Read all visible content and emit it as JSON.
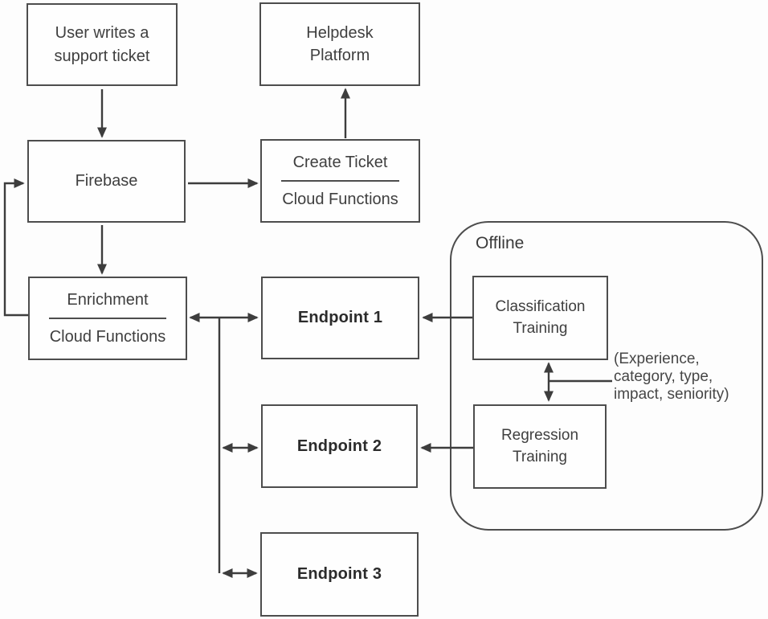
{
  "colors": {
    "background": "#fdfdfd",
    "stroke": "#3d3d3d",
    "box_border": "#4d4d4d",
    "text": "#3f3f3f",
    "bold_text": "#2b2b2b"
  },
  "nodes": {
    "user": {
      "line1": "User writes a",
      "line2": "support ticket"
    },
    "helpdesk": {
      "line1": "Helpdesk",
      "line2": "Platform"
    },
    "firebase": {
      "label": "Firebase"
    },
    "create_ticket": {
      "title": "Create Ticket",
      "subtitle": "Cloud Functions"
    },
    "enrichment": {
      "title": "Enrichment",
      "subtitle": "Cloud Functions"
    },
    "endpoint1": {
      "label": "Endpoint 1"
    },
    "endpoint2": {
      "label": "Endpoint 2"
    },
    "endpoint3": {
      "label": "Endpoint 3"
    },
    "offline": {
      "label": "Offline"
    },
    "classification": {
      "line1": "Classification",
      "line2": "Training"
    },
    "regression": {
      "line1": "Regression",
      "line2": "Training"
    }
  },
  "annotation": {
    "line1": "(Experience,",
    "line2": "category, type,",
    "line3": "impact, seniority)"
  },
  "edges": [
    {
      "from": "user",
      "to": "firebase",
      "style": "arrow"
    },
    {
      "from": "firebase",
      "to": "create_ticket",
      "style": "arrow"
    },
    {
      "from": "create_ticket",
      "to": "helpdesk",
      "style": "arrow"
    },
    {
      "from": "firebase",
      "to": "enrichment",
      "style": "arrow"
    },
    {
      "from": "enrichment",
      "to": "firebase",
      "style": "arrow-loop-left"
    },
    {
      "from": "enrichment",
      "to": "endpoint1",
      "style": "double-arrow"
    },
    {
      "from": "enrichment_bus",
      "to": "endpoint2",
      "style": "double-arrow"
    },
    {
      "from": "enrichment_bus",
      "to": "endpoint3",
      "style": "double-arrow"
    },
    {
      "from": "classification",
      "to": "endpoint1",
      "style": "arrow"
    },
    {
      "from": "regression",
      "to": "endpoint2",
      "style": "arrow"
    },
    {
      "from": "classification",
      "to": "regression",
      "style": "double-arrow"
    },
    {
      "from": "classification_regression_link",
      "to": "annotation",
      "style": "line"
    }
  ]
}
